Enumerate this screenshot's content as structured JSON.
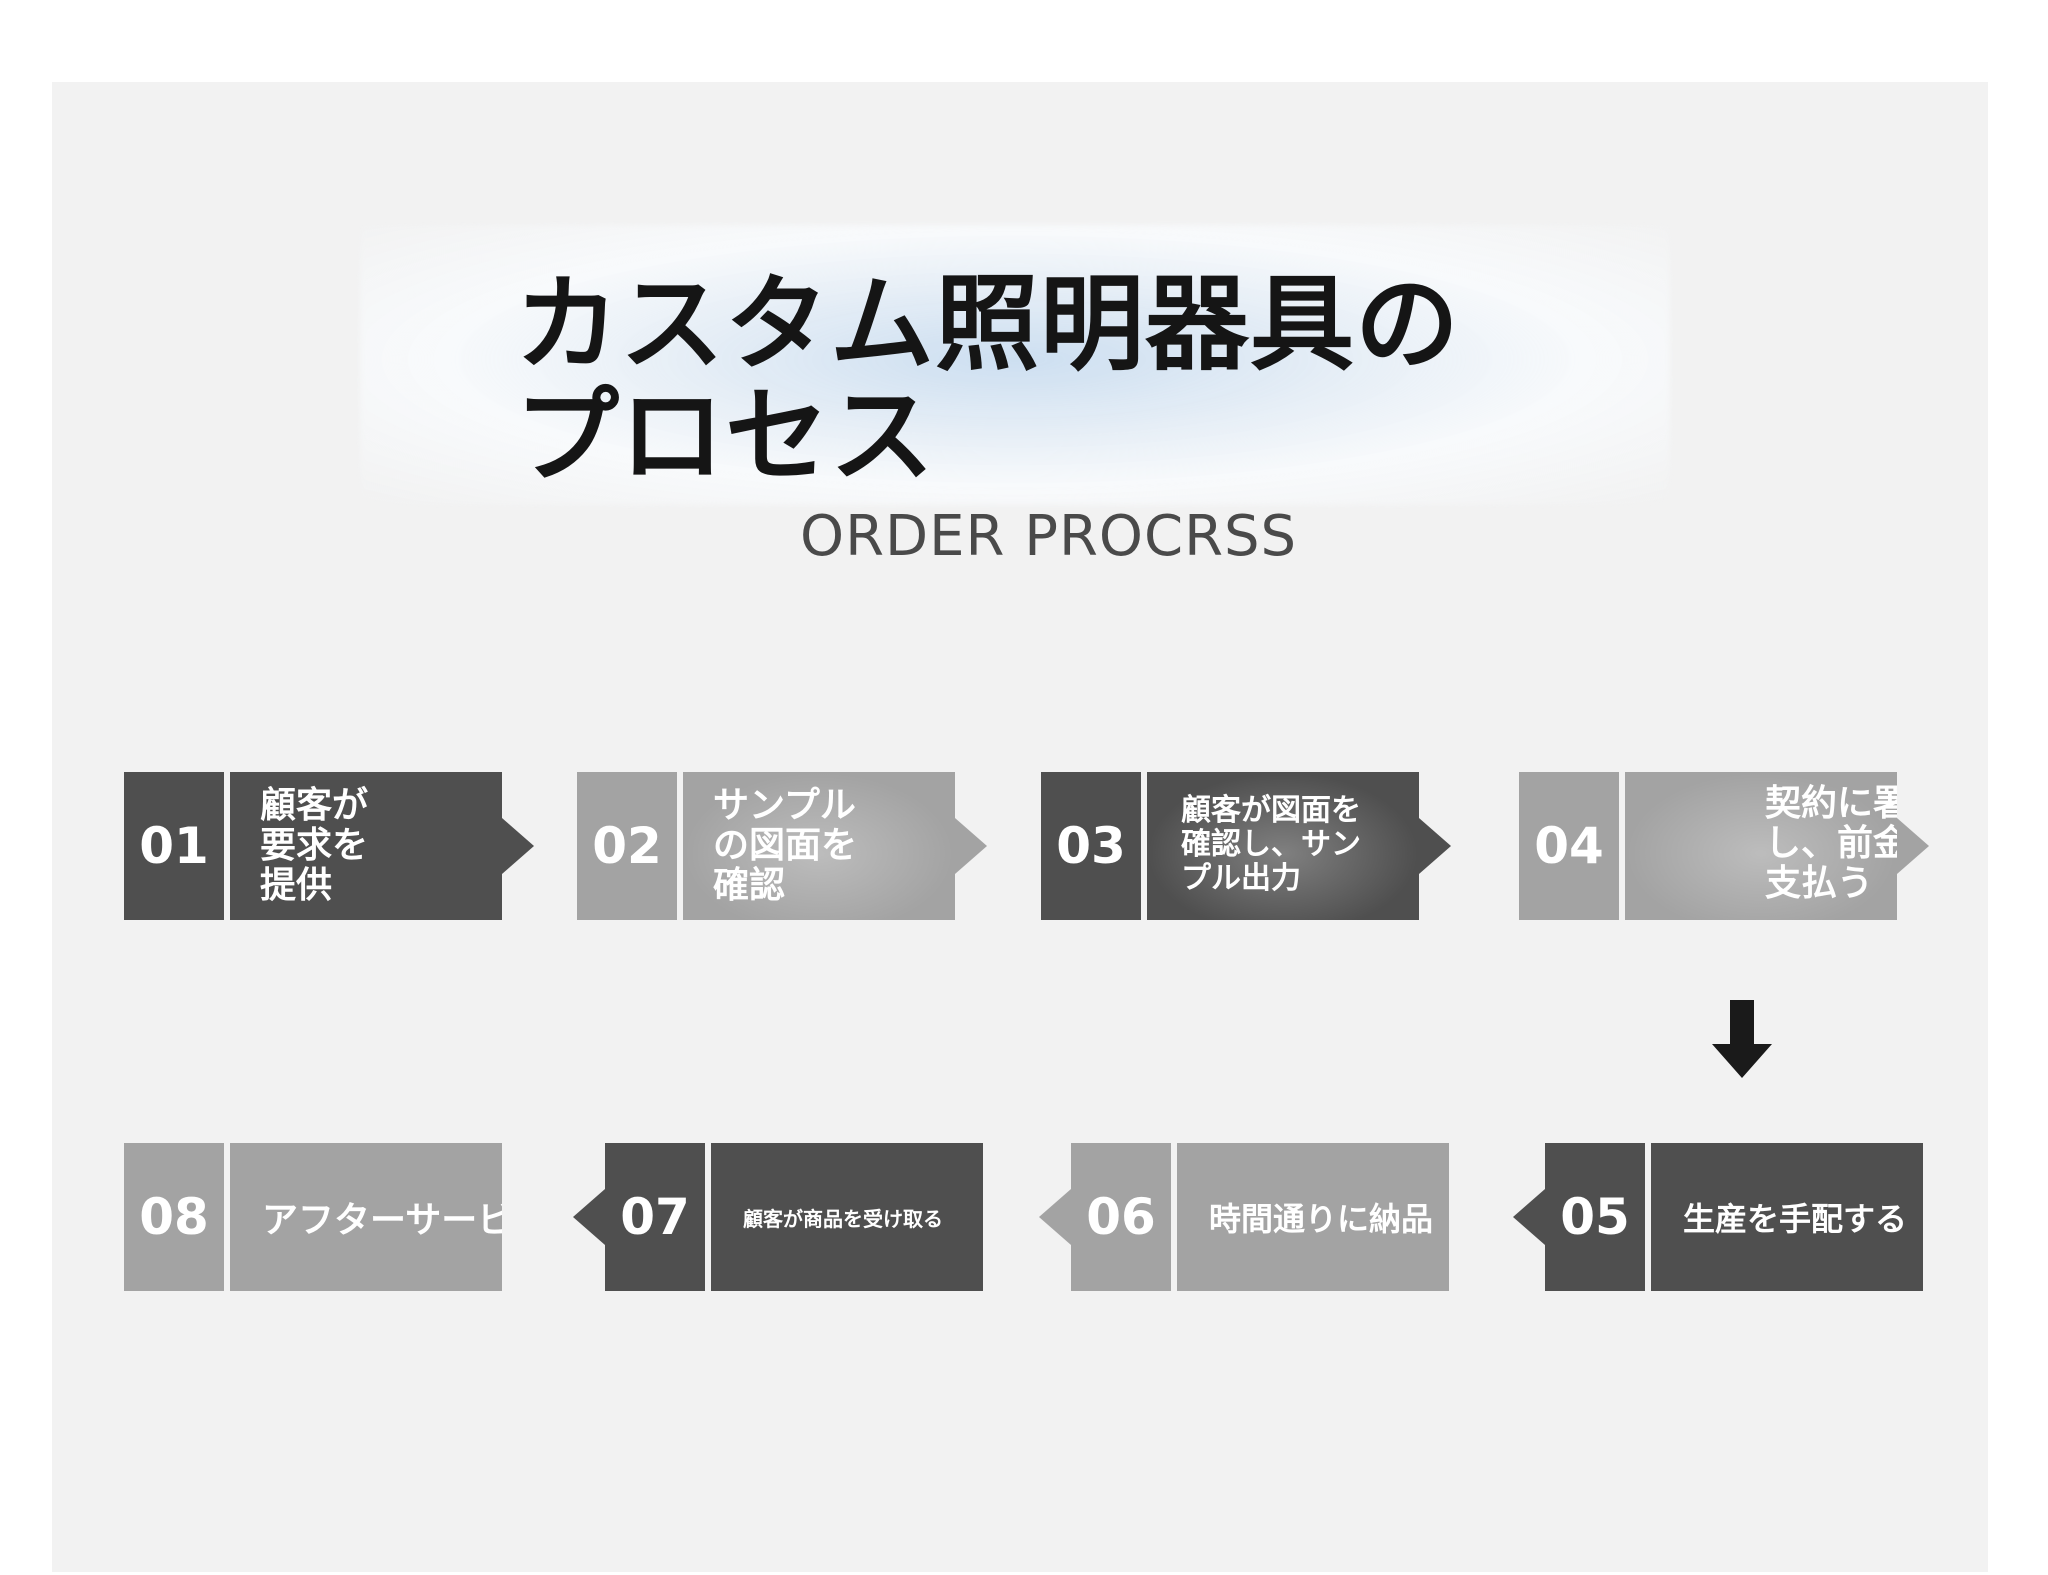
{
  "title": {
    "line1": "カスタム照明器具の",
    "line2": "プロセス"
  },
  "subtitle": "ORDER PROCRSS",
  "steps": [
    {
      "number": "01",
      "lines": [
        "顧客が",
        "要求を",
        "提供"
      ]
    },
    {
      "number": "02",
      "lines": [
        "サンプル",
        "の図面を",
        "確認"
      ]
    },
    {
      "number": "03",
      "lines": [
        "顧客が図面を",
        "確認し、サン",
        "プル出力"
      ]
    },
    {
      "number": "04",
      "lines": [
        "契約に署名",
        "し、前金を",
        "支払う"
      ]
    },
    {
      "number": "05",
      "text": "生産を手配する"
    },
    {
      "number": "06",
      "text": "時間通りに納品"
    },
    {
      "number": "07",
      "text": "顧客が商品を受け取る"
    },
    {
      "number": "08",
      "text": "アフターサービス"
    }
  ],
  "colors": {
    "dark": "#4f4f4f",
    "light": "#a3a3a3",
    "background": "#f2f2f2",
    "arrow": "#1a1a1a"
  },
  "icons": {
    "down_arrow": "arrow-down-icon"
  }
}
